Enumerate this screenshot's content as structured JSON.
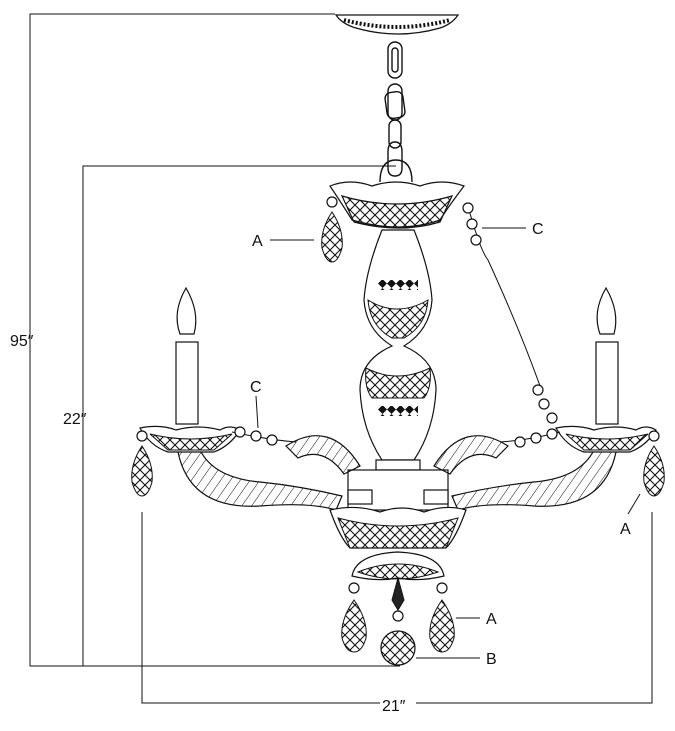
{
  "dimensions": {
    "overall_height": "95″",
    "body_height": "22″",
    "width": "21″"
  },
  "callouts": {
    "crystal_top_left": "A",
    "chain_top_right": "C",
    "chain_left_arm": "C",
    "crystal_right_arm": "A",
    "crystal_bottom_right": "A",
    "ball_bottom": "B"
  },
  "colors": {
    "line": "#111111",
    "background": "#ffffff"
  }
}
